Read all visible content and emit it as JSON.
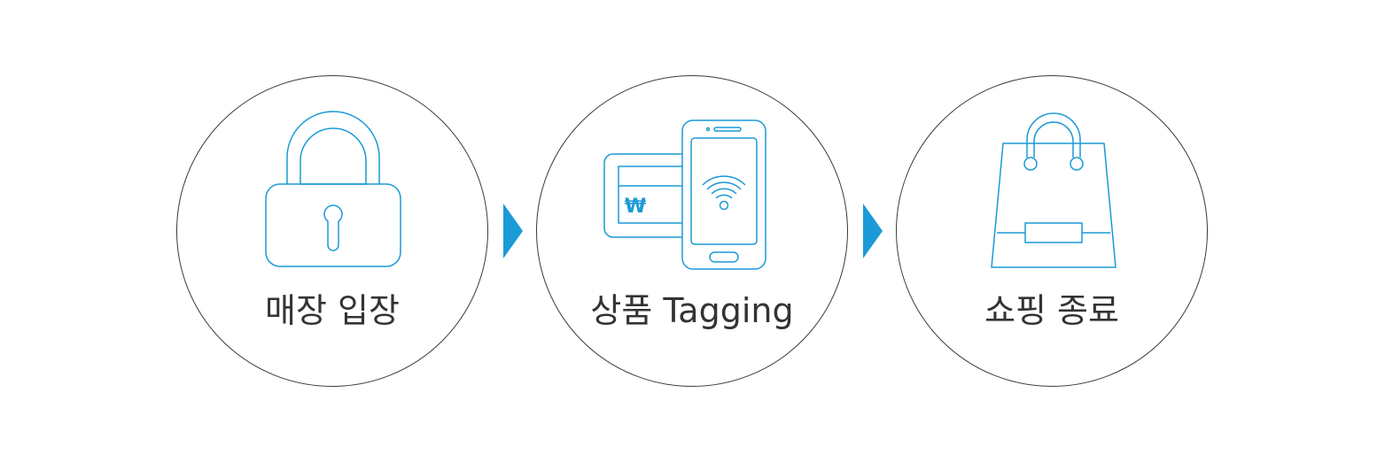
{
  "colors": {
    "icon_stroke": "#1a9ad6",
    "arrow_fill": "#1a9ad6",
    "circle_stroke": "#3a3a3a",
    "label_text": "#333333"
  },
  "steps": [
    {
      "label": "매장 입장",
      "icon": "padlock-icon"
    },
    {
      "label": "상품 Tagging",
      "icon": "phone-card-nfc-icon"
    },
    {
      "label": "쇼핑 종료",
      "icon": "shopping-bag-icon"
    }
  ],
  "card": {
    "currency_symbol": "₩"
  },
  "connectors": [
    {
      "icon": "arrow-right-icon"
    },
    {
      "icon": "arrow-right-icon"
    }
  ]
}
